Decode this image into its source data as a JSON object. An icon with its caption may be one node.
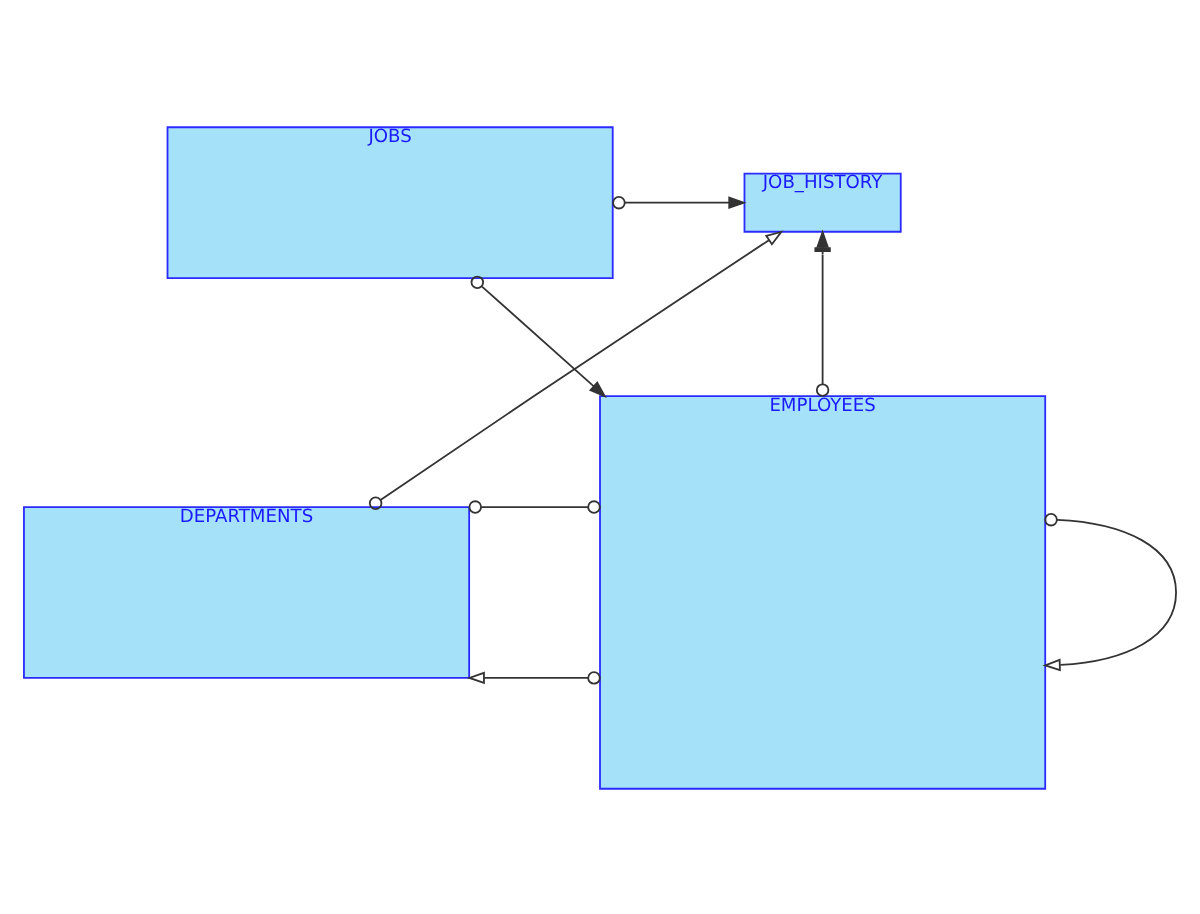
{
  "diagram": {
    "nodes": [
      {
        "text": [
          "JOB_HISTORY"
        ]
      },
      {
        "text": [
          "JOBS"
        ]
      },
      {
        "text": [
          "DEPARTMENTS"
        ]
      },
      {
        "text": [
          "EMPLOYEES"
        ]
      }
    ],
    "edges": [
      {
        "from": 1,
        "to": 0,
        "arrow": "to"
      },
      {
        "from": 3,
        "to": 0,
        "arrow": "to"
      },
      {
        "from": 2,
        "to": 0,
        "arrow": "to"
      },
      {
        "from": 1,
        "to": 3,
        "arrow": "to"
      },
      {
        "from": 3,
        "to": 2,
        "arrow": "to"
      },
      {
        "from": 2,
        "to": 3,
        "arrow": "other"
      },
      {
        "from": 3,
        "to": 3,
        "arrow": "to"
      }
    ]
  }
}
